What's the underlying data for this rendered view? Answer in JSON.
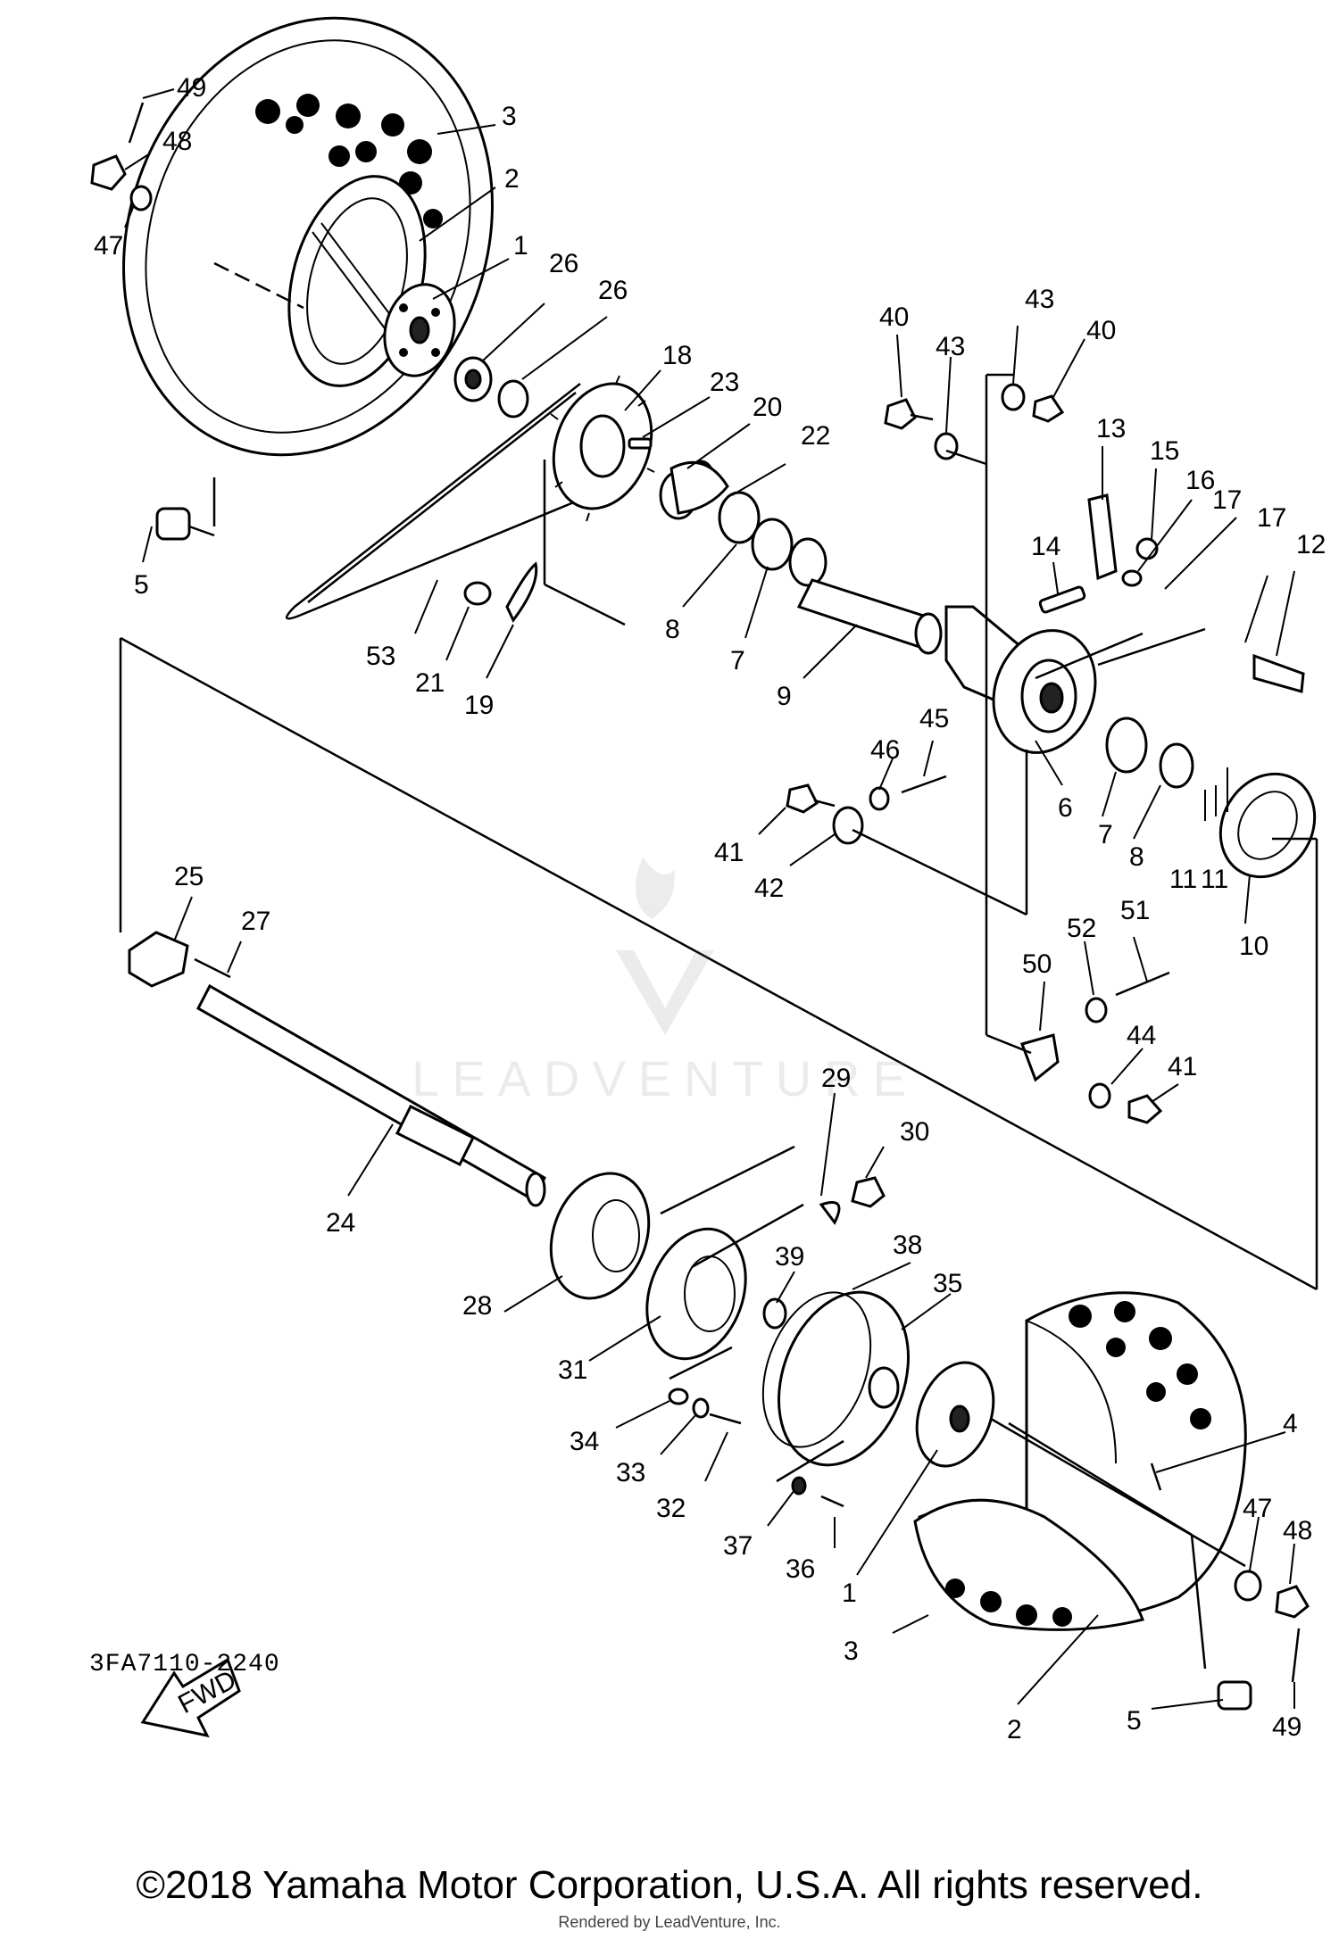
{
  "diagram": {
    "part_labels": [
      "49",
      "48",
      "47",
      "3",
      "2",
      "1",
      "26",
      "26",
      "5",
      "18",
      "23",
      "20",
      "22",
      "53",
      "21",
      "19",
      "8",
      "7",
      "9",
      "40",
      "43",
      "43",
      "40",
      "13",
      "15",
      "16",
      "17",
      "17",
      "12",
      "14",
      "45",
      "46",
      "41",
      "42",
      "6",
      "7",
      "8",
      "11",
      "11",
      "10",
      "51",
      "52",
      "50",
      "44",
      "41",
      "25",
      "27",
      "24",
      "29",
      "30",
      "28",
      "39",
      "38",
      "35",
      "31",
      "34",
      "33",
      "32",
      "37",
      "36",
      "1",
      "4",
      "47",
      "48",
      "3",
      "2",
      "5",
      "49"
    ],
    "fwd_label": "FWD",
    "code": "3FA7110-2240"
  },
  "watermark": {
    "text": "LEADVENTURE"
  },
  "footer": {
    "copyright": "©2018 Yamaha Motor Corporation, U.S.A. All rights reserved.",
    "rendered_by": "Rendered by LeadVenture, Inc."
  }
}
